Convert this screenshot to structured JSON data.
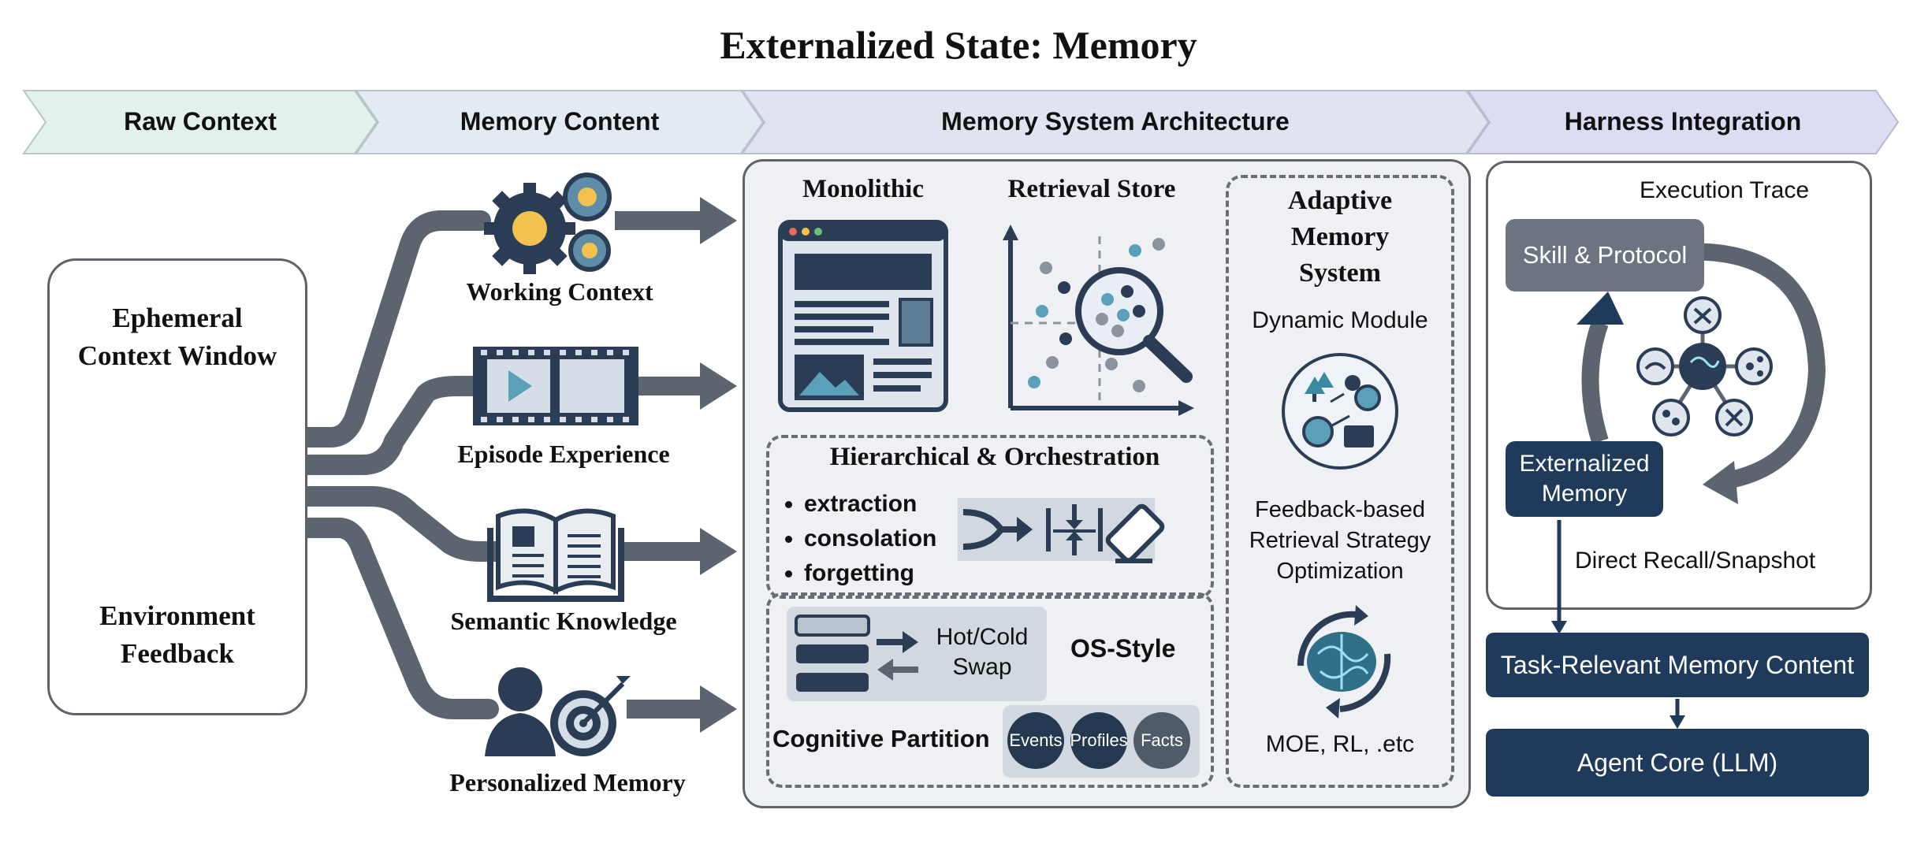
{
  "title": "Externalized State: Memory",
  "stages": [
    "Raw Context",
    "Memory Content",
    "Memory System Architecture",
    "Harness Integration"
  ],
  "raw_context": {
    "top_label": "Ephemeral\nContext Window",
    "bottom_label": "Environment\nFeedback"
  },
  "memory_content": {
    "items": [
      "Working Context",
      "Episode Experience",
      "Semantic Knowledge",
      "Personalized Memory"
    ]
  },
  "architecture": {
    "monolithic": "Monolithic",
    "retrieval_store": "Retrieval Store",
    "hierarchical": {
      "title": "Hierarchical & Orchestration",
      "bullets": [
        "extraction",
        "consolation",
        "forgetting"
      ]
    },
    "os_style": {
      "swap_label": "Hot/Cold\nSwap",
      "label": "OS-Style",
      "cognitive_label": "Cognitive Partition",
      "partitions": [
        "Events",
        "Profiles",
        "Facts"
      ]
    },
    "adaptive": {
      "title": "Adaptive\nMemory\nSystem",
      "dynamic": "Dynamic Module",
      "feedback": "Feedback-based\nRetrieval Strategy\nOptimization",
      "methods": "MOE, RL, .etc"
    }
  },
  "harness": {
    "execution_trace": "Execution Trace",
    "skill": "Skill & Protocol",
    "externalized": "Externalized\nMemory",
    "recall": "Direct Recall/Snapshot",
    "task_memory": "Task-Relevant Memory Content",
    "agent_core": "Agent Core (LLM)"
  },
  "colors": {
    "navy": "#1f3a5a",
    "gray_flow": "#5c6470",
    "stage1": "#e3f1ec",
    "stage2": "#e3ebf2",
    "stage3": "#dfe4f0",
    "stage4": "#dcdcf2"
  },
  "icons": [
    "gears-icon",
    "film-strip-icon",
    "open-book-icon",
    "person-target-icon",
    "cloud-icon",
    "browser-window-icon",
    "magnifier-scatter-icon",
    "merge-arrow-icon",
    "compress-icon",
    "eraser-icon",
    "server-stack-icon",
    "network-globe-icon",
    "brain-cycle-icon",
    "brain-hub-icon"
  ]
}
